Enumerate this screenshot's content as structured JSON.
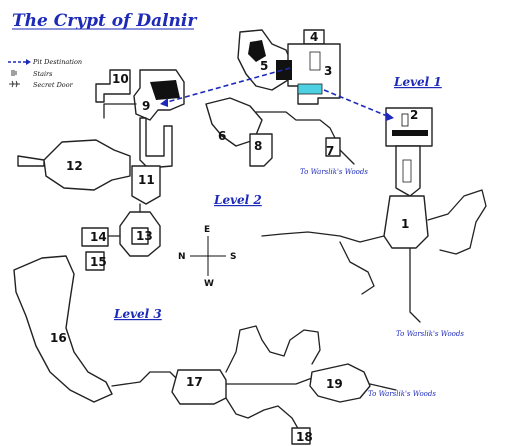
{
  "title": "The Crypt of Dalnir",
  "legend": {
    "destination": "Pit Destination",
    "stairs": "Stairs",
    "secret_door": "Secret Door"
  },
  "levels": {
    "level1": "Level 1",
    "level2": "Level 2",
    "level3": "Level 3"
  },
  "exits": {
    "exit_level2": "To Warslik's Woods",
    "exit_level1": "To Warslik's Woods",
    "exit_level3": "To Warslik's Woods"
  },
  "compass": {
    "north": "N",
    "south": "S",
    "east": "E",
    "west": "W"
  },
  "rooms": [
    "1",
    "2",
    "3",
    "4",
    "5",
    "6",
    "7",
    "8",
    "9",
    "10",
    "11",
    "12",
    "13",
    "14",
    "15",
    "16",
    "17",
    "18",
    "19"
  ],
  "colors": {
    "label_blue": "#1d2ab8",
    "route_blue": "#1d2ab8",
    "water": "#bfe6ef",
    "highlight": "#4dd0e1",
    "wall": "#222222"
  }
}
